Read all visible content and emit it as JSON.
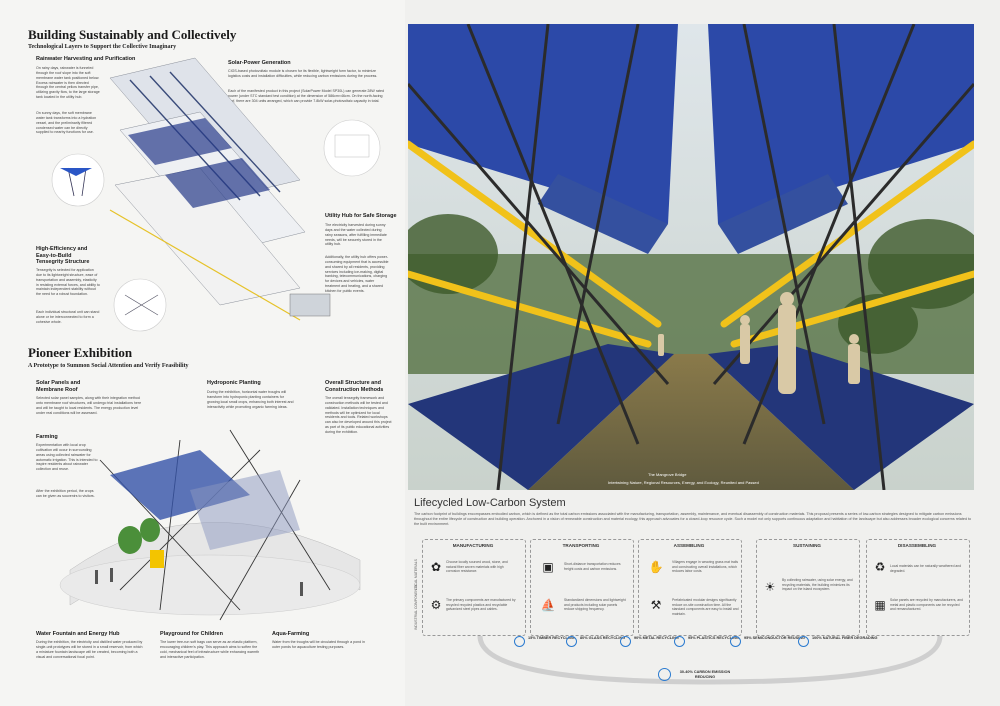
{
  "left": {
    "title": "Building Sustainably and Collectively",
    "subtitle": "Technological Layers to Support the Collective Imaginary",
    "sections": {
      "rain": {
        "title": "Rainwater Harvesting and Purification",
        "text": "On rainy days, rainwater is funneled through the roof slope into the soft membrane water tank positioned below. Excess rainwater is then directed through the central yellow transfer pipe, utilizing gravity flow, to the large storage tank located in the utility hub.",
        "text2": "On sunny days, the soft membrane water tank transforms into a hydration vessel, and the preliminarily filtered condensed water can be directly supplied to nearby functions for use."
      },
      "solar": {
        "title": "Solar-Power Generation",
        "text": "CIGS-based photovoltaic module is chosen for its flexible, lightweight form factor, to minimize logistics costs and installation difficulties, while reducing carbon emissions during the process.",
        "text2": "Each of the manifested product in this project (SolarPower Model SP30L) can generate 28W rated power (under STC standard test condition) at the dimension of 586cm×46cm. On the north-facing roof, there are 304 units arranged, which can provide 7.8kW solar-photovoltaic capacity in total."
      },
      "utility": {
        "title": "Utility Hub for Safe Storage",
        "text": "The electricity harvested during sunny days and the water collected during rainy seasons, after fulfilling immediate needs, will be securely stored in the utility hub.",
        "text2": "Additionally, the utility hub offers power-consuming equipment that is accessible and shared by all residents, providing services including ice-making, digital banking, telecommunications, charging for devices and vehicles, water treatment and heating, and a shared kitchen for public events."
      },
      "tensegrity": {
        "title": "High-Efficiency and Easy-to-Build Tensegrity Structure",
        "text": "Tensegrity is selected for application due to its lightweight structure, ease of transportation and assembly, elasticity in resisting external forces, and ability to maintain independent stability without the need for a robust foundation.",
        "text2": "Each individual structural unit can stand alone or be interconnected to form a cohesive whole."
      }
    },
    "title2": "Pioneer Exhibition",
    "subtitle2": "A Prototype to Summon Social Attention and Verify Feasibility",
    "sections2": {
      "panels": {
        "title": "Solar Panels and Membrane Roof",
        "text": "Selected solar panel samples, along with their integration method onto membrane roof structures, will undergo trial installations here and will be taught to local residents. The energy production level under real conditions will be assessed."
      },
      "hydro": {
        "title": "Hydroponic Planting",
        "text": "During the exhibition, horizontal water troughs will transform into hydroponic planting containers for growing local small crops, enhancing both interest and interactivity while promoting organic farming ideas."
      },
      "overall": {
        "title": "Overall Structure and Construction Methods",
        "text": "The overall tensegrity framework and construction methods will be tested and validated. Installation techniques and methods will be optimized for local residents and tools. Related workshops can also be developed around this project as part of its public educational activities during the exhibition."
      },
      "farming": {
        "title": "Farming",
        "text": "Experimentation with local crop cultivation will occur in surrounding areas using collected rainwater for automatic irrigation. This is intended to inspire residents about rainwater collection and reuse.",
        "text2": "After the exhibition period, the crops can be given as souvenirs to visitors."
      },
      "fountain": {
        "title": "Water Fountain and Energy Hub",
        "text": "During the exhibition, the electricity and distilled water produced by single-unit prototypes will be stored in a small reservoir, from which a miniature fountain landscape will be created, becoming both a visual and conversational focal point."
      },
      "playground": {
        "title": "Playground for Children",
        "text": "The lower tree-run soft bags can serve as an elastic platform, encouraging children's play. This approach aims to soften the cold, mechanical feel of infrastructure while enhancing warmth and interactive participation."
      },
      "aqua": {
        "title": "Aqua-Farming",
        "text": "Water from the troughs will be circulated through a pond in outer ponds for aquaculture testing purposes."
      }
    }
  },
  "photo": {
    "caption": "The Mangrove Bridge",
    "caption2": "Intertwining Nature, Regional Resources, Energy, and Ecology, Reunited and Passed"
  },
  "lifecycle": {
    "title": "Lifecycled Low-Carbon System",
    "text": "The carbon footprint of buildings encompasses embodied carbon, which is defined as the total carbon emissions associated with the manufacturing, transportation, assembly, maintenance, and eventual disassembly of construction materials. This proposal presents a series of low-carbon strategies designed to mitigate carbon emissions throughout the entire lifecycle of construction and building operation. Anchored in a vision of renewable construction and material ecology, this approach advocates for a closed-loop resource cycle. Such a model not only supports continuous adaptation and habitation of the landscape but also addresses broader ecological concerns related to the built environment.",
    "row_labels": [
      "LOCAL MATERIALS",
      "INDUSTRIAL COMPONENTS"
    ],
    "stages": [
      {
        "title": "MANUFACTURING",
        "a": "Choose locally sourced wood, stone, and natural fiber woven materials with high corrosion resistance.",
        "b": "The primary components are manufactured by recycled recycled plastics and recyclable galvanized steel pipes and cables."
      },
      {
        "title": "TRANSPORTING",
        "a": "Short-distance transportation reduces freight costs and carbon emissions.",
        "b": "Standardized dimensions and lightweight and products including solar panels reduce shipping frequency."
      },
      {
        "title": "ASSEMBLING",
        "a": "Villagers engage in weaving grass mat trails and constructing overall installations, which reduces labor costs.",
        "b": "Prefabricated modular designs significantly reduce on-site construction time. All the standard components are easy to install and maintain."
      },
      {
        "title": "SUSTAINING",
        "a": "By collecting rainwater, using solar energy, and recycling materials, the building minimizes its impact on the island ecosystem.",
        "b": ""
      },
      {
        "title": "DISASSEMBLING",
        "a": "Local materials can be naturally weathered and degraded.",
        "b": "Solar panels are recycled by manufacturers, and metal and plastic components can be recycled and remanufactured."
      }
    ],
    "rates": [
      {
        "label": "15% TIMBER RECYCLING",
        "pct": 15
      },
      {
        "label": "80% GLASS RECYCLING",
        "pct": 80
      },
      {
        "label": "90% METAL RECYCLING",
        "pct": 90
      },
      {
        "label": "95% PLASTICS RECYCLING",
        "pct": 95
      },
      {
        "label": "95% SEMICONDUCTOR REUSING",
        "pct": 95
      },
      {
        "label": "100% NATURAL FIBER DEGRADING",
        "pct": 100
      }
    ],
    "reduction": "30-40% CARBON EMISSION REDUCING"
  }
}
